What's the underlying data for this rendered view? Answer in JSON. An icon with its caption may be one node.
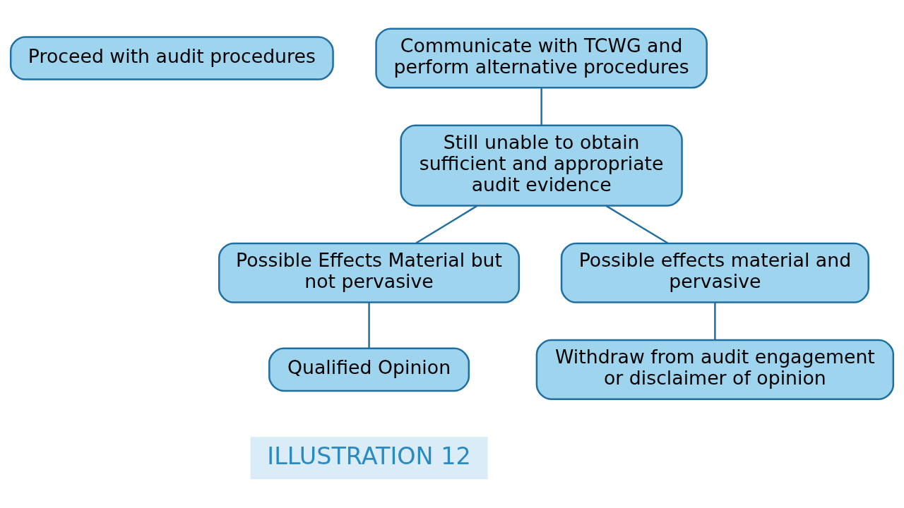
{
  "diagram": {
    "nodes": [
      {
        "text": [
          "Proceed with audit procedures"
        ]
      },
      {
        "text": [
          "Communicate with TCWG and perform alternative procedures"
        ]
      },
      {
        "text": [
          "Still unable to obtain sufficient and appropriate audit evidence"
        ]
      },
      {
        "text": [
          "Possible Effects Material but not pervasive"
        ]
      },
      {
        "text": [
          "Possible effects material and pervasive"
        ]
      },
      {
        "text": [
          "Qualified Opinion"
        ]
      },
      {
        "text": [
          "Withdraw from audit engagement or disclaimer of opinion"
        ]
      }
    ],
    "edges": [
      {
        "from": 1,
        "to": 2,
        "arrow": "none"
      },
      {
        "from": 2,
        "to": 3,
        "arrow": "none"
      },
      {
        "from": 2,
        "to": 4,
        "arrow": "none"
      },
      {
        "from": 3,
        "to": 5,
        "arrow": "none"
      },
      {
        "from": 4,
        "to": 6,
        "arrow": "none"
      }
    ],
    "labels": [
      "ILLUSTRATION 12"
    ]
  }
}
